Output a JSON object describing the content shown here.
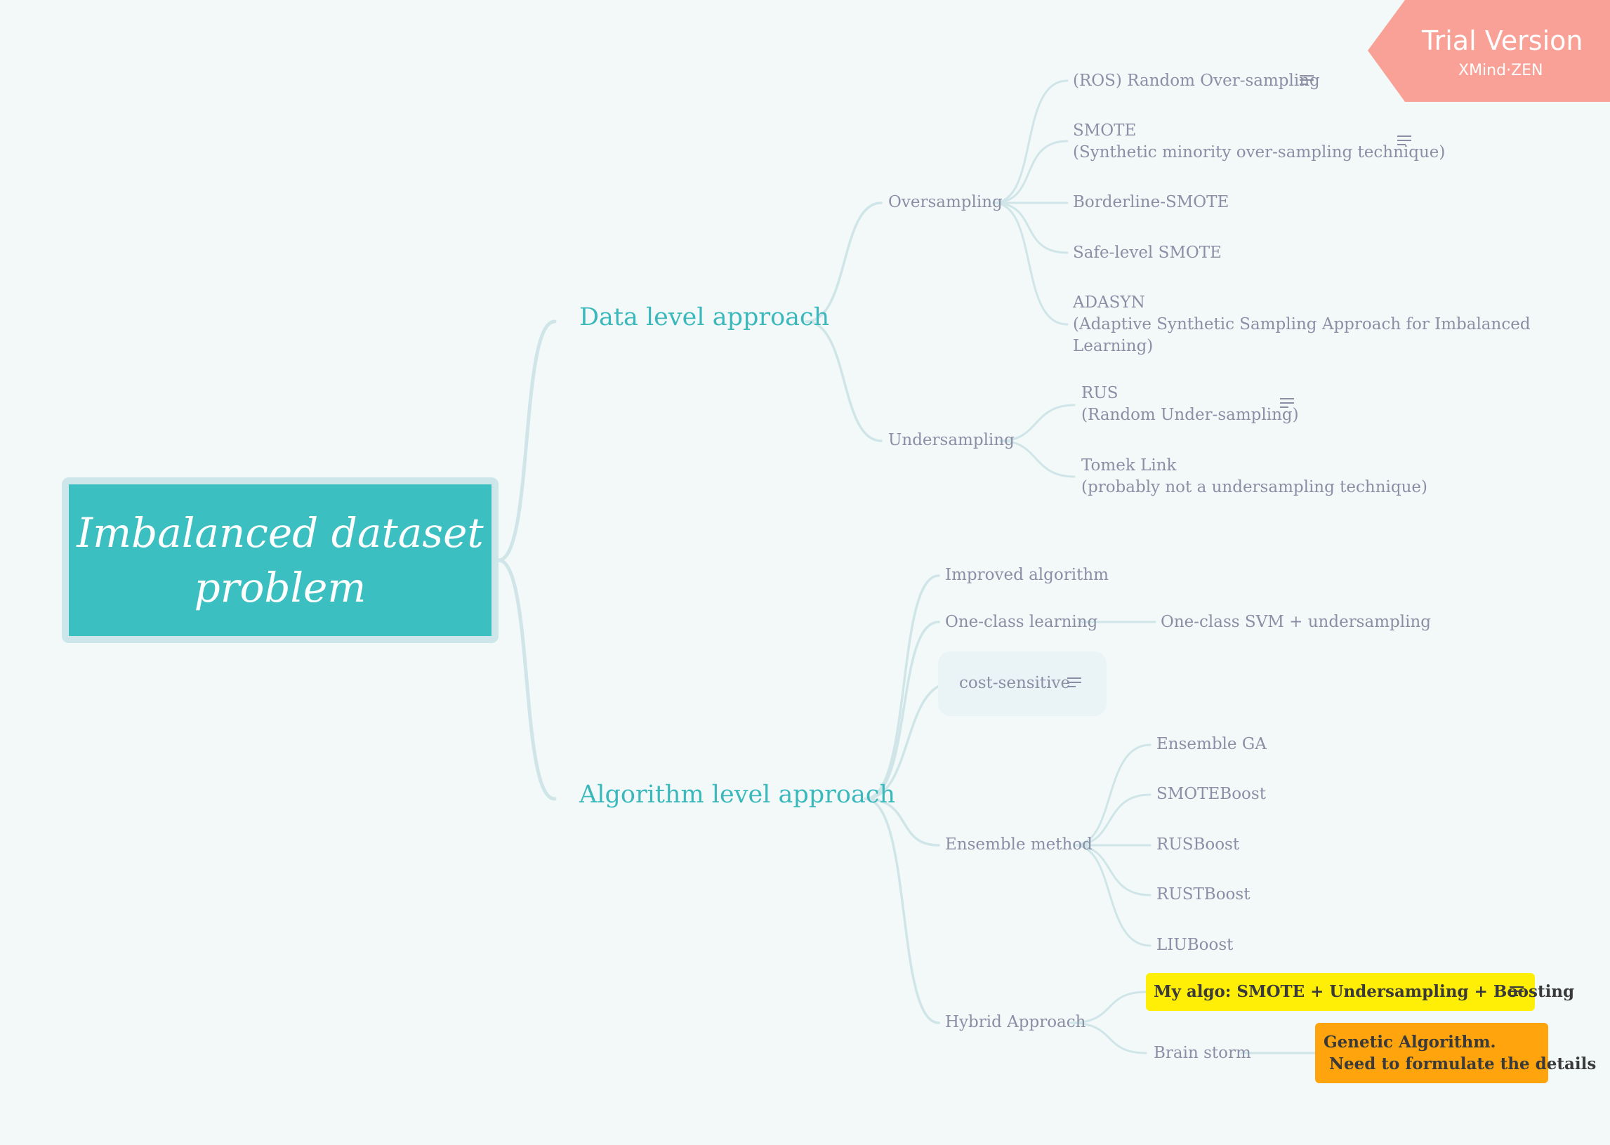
{
  "root": {
    "line1": "Imbalanced dataset",
    "line2": "problem"
  },
  "data_level": {
    "label": "Data level approach",
    "oversampling": {
      "label": "Oversampling",
      "items": [
        {
          "line1": "(ROS) Random Over-sampling"
        },
        {
          "line1": "SMOTE",
          "line2": "(Synthetic minority over-sampling technique)"
        },
        {
          "line1": "Borderline-SMOTE"
        },
        {
          "line1": "Safe-level SMOTE"
        },
        {
          "line1": "ADASYN",
          "line2": "(Adaptive Synthetic Sampling Approach for Imbalanced",
          "line3": "Learning)"
        }
      ]
    },
    "undersampling": {
      "label": "Undersampling",
      "items": [
        {
          "line1": "RUS",
          "line2": "(Random Under-sampling)"
        },
        {
          "line1": "Tomek Link",
          "line2": "(probably not a undersampling technique)"
        }
      ]
    }
  },
  "algorithm_level": {
    "label": "Algorithm level approach",
    "improved": "Improved algorithm",
    "one_class": {
      "label": "One-class learning",
      "child": "One-class SVM + undersampling"
    },
    "cost_sensitive": "cost-sensitive",
    "ensemble": {
      "label": "Ensemble method",
      "items": [
        "Ensemble GA",
        "SMOTEBoost",
        "RUSBoost",
        "RUSTBoost",
        "LIUBoost"
      ]
    },
    "hybrid": {
      "label": "Hybrid Approach",
      "my_algo": "My algo: SMOTE + Undersampling + Boosting",
      "brain_storm": "Brain storm",
      "brain_note": "Genetic Algorithm.\n Need to formulate the details"
    }
  },
  "trial": {
    "title": "Trial Version",
    "subtitle": "XMind·ZEN"
  },
  "colors": {
    "background": "#f3f9f9",
    "root_fill": "#3bbfc1",
    "main_branch_text": "#3bb8bc",
    "node_text": "#8a8fa6",
    "connector": "#cfe5e8",
    "highlight_yellow": "#ffef06",
    "highlight_orange": "#ffa40d",
    "trial_ribbon": "#f9a197"
  }
}
